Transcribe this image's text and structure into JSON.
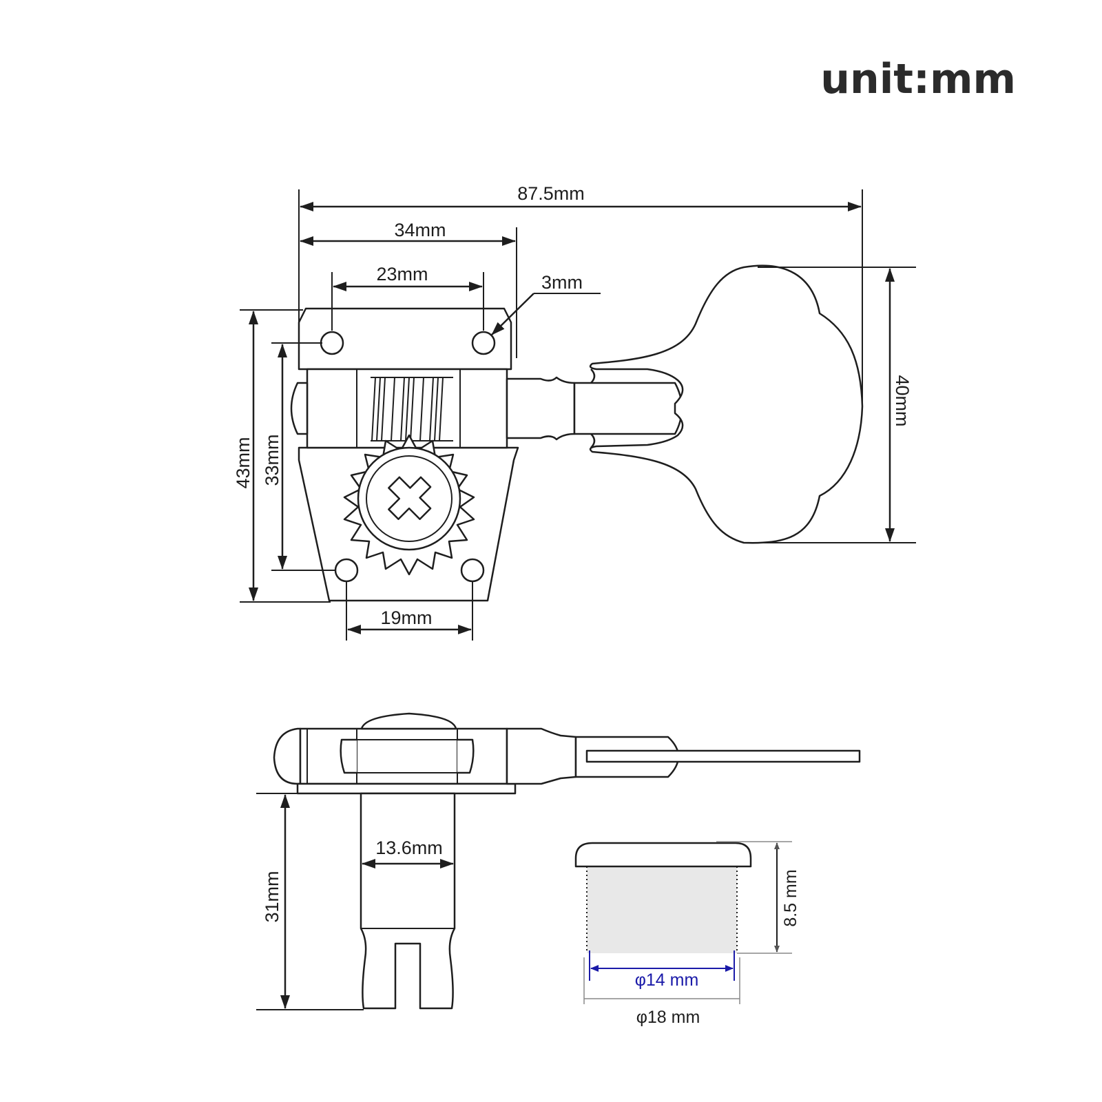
{
  "unit_label": "unit:mm",
  "top_view": {
    "overall_length": "87.5mm",
    "body_length": "34mm",
    "top_hole_spacing": "23mm",
    "hole_diameter": "3mm",
    "total_height": "43mm",
    "hole_vertical_spacing": "33mm",
    "bottom_hole_spacing": "19mm",
    "key_height": "40mm"
  },
  "side_view": {
    "post_length": "31mm",
    "post_width": "13.6mm"
  },
  "bushing": {
    "height": "8.5 mm",
    "inner_diameter": "φ14 mm",
    "outer_diameter": "φ18 mm"
  }
}
